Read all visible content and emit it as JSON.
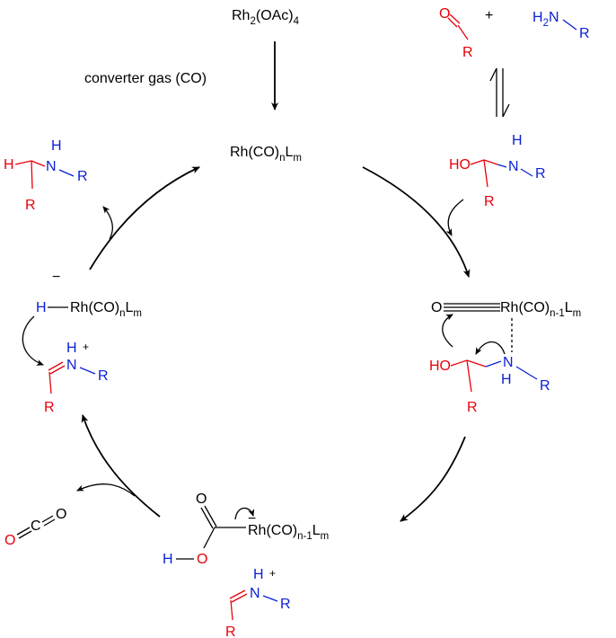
{
  "colors": {
    "black": "#000000",
    "red": "#e8000b",
    "blue": "#0a21d6"
  },
  "top": {
    "catalyst": {
      "main": "Rh",
      "sub1": "2",
      "mid": "(OAc)",
      "sub2": "4"
    },
    "reagent_label": "converter gas (CO)"
  },
  "complex_top": {
    "main": "Rh(CO)",
    "n": "n",
    "L": "L",
    "m": "m"
  },
  "aldehyde": {
    "O": "O",
    "R": "R"
  },
  "plus": "+",
  "amine": {
    "H2N": "H",
    "two": "2",
    "N": "N",
    "R": "R"
  },
  "hemiaminal": {
    "HO": "HO",
    "H": "H",
    "N": "N",
    "R1": "R",
    "R2": "R"
  },
  "product_amine": {
    "H": "H",
    "NH_H": "H",
    "N": "N",
    "R1": "R",
    "R2": "R"
  },
  "hydride": {
    "H": "H",
    "main": "Rh(CO)",
    "n": "n",
    "L": "L",
    "m": "m",
    "charge": "−"
  },
  "iminium_left": {
    "H": "H",
    "N": "N",
    "plus": "+",
    "R1": "R",
    "R2": "R"
  },
  "co_complex": {
    "O": "O",
    "main": "Rh(CO)",
    "n": "n-1",
    "L": "L",
    "m": "m"
  },
  "coordinated": {
    "HO": "HO",
    "N": "N",
    "H": "H",
    "R1": "R",
    "R2": "R"
  },
  "carboxy": {
    "O": "O",
    "H": "H",
    "O2": "O",
    "main": "Rh(CO)",
    "n": "n-1",
    "L": "L",
    "m": "m",
    "charge": "−"
  },
  "iminium_bottom": {
    "H": "H",
    "N": "N",
    "plus": "+",
    "R1": "R",
    "R2": "R"
  },
  "co2": {
    "O1": "O",
    "C": "C",
    "O2": "O"
  }
}
